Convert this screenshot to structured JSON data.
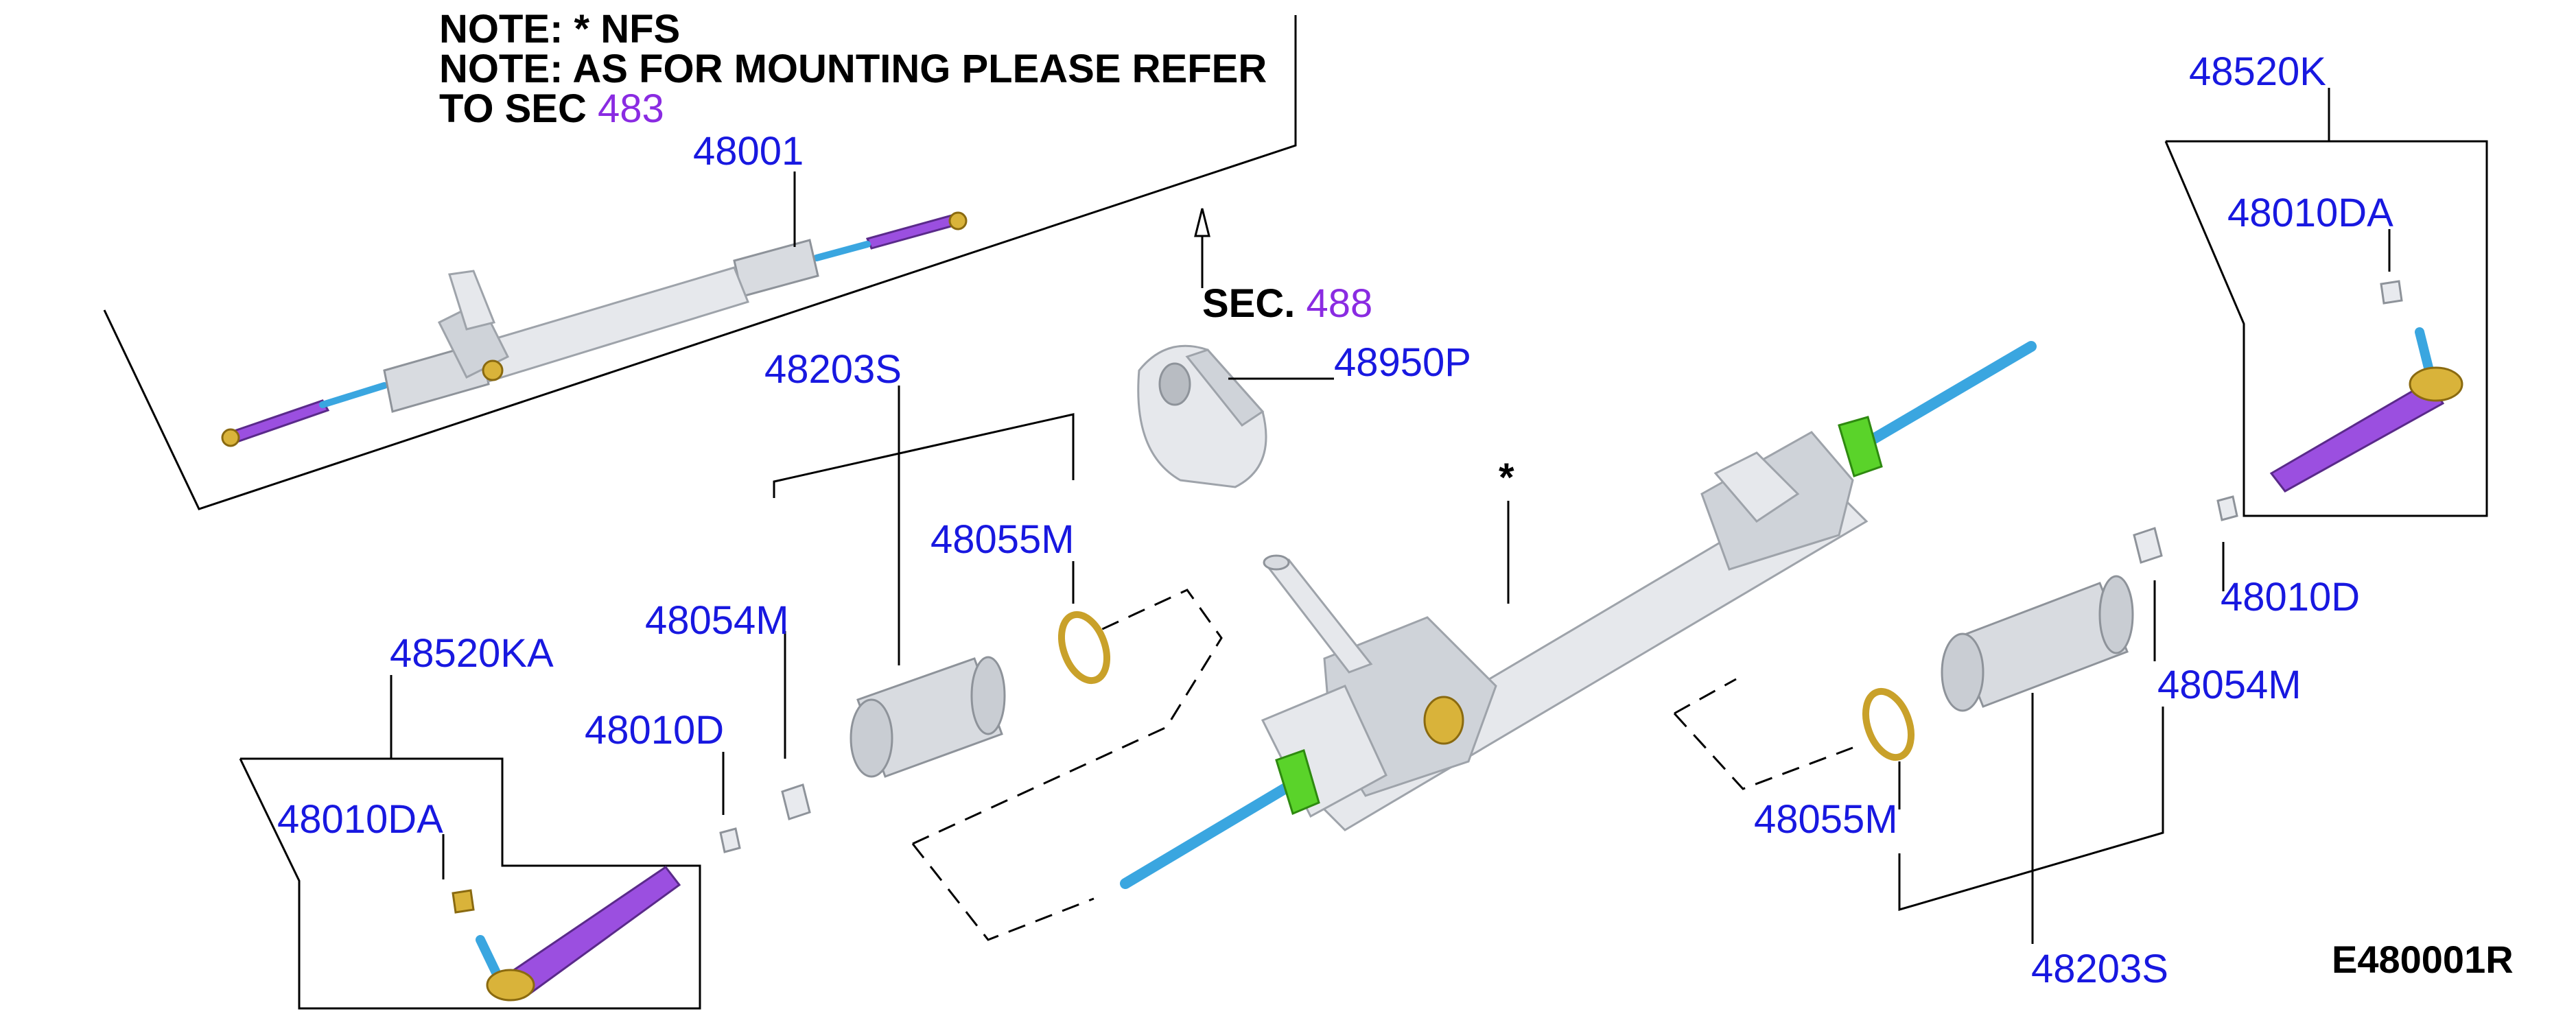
{
  "notes": {
    "line1": "NOTE: * NFS",
    "line2": "NOTE: AS FOR MOUNTING PLEASE REFER",
    "line3_prefix": "TO SEC ",
    "line3_ref": "483"
  },
  "sec_ref": {
    "prefix": "SEC. ",
    "number": "488"
  },
  "asterisk": "*",
  "diagram_code": "E480001R",
  "labels": {
    "p48001": "48001",
    "p48203S_top": "48203S",
    "p48950P": "48950P",
    "p48055M_left": "48055M",
    "p48054M_left": "48054M",
    "p48520KA": "48520KA",
    "p48010D_left": "48010D",
    "p48010DA_left": "48010DA",
    "p48520K": "48520K",
    "p48010DA_right": "48010DA",
    "p48010D_right": "48010D",
    "p48054M_right": "48054M",
    "p48055M_right": "48055M",
    "p48203S_bottom": "48203S"
  },
  "colors": {
    "label": "#1818e0",
    "section_ref": "#8a2be2",
    "tie_rod_end": "#9b4fe0",
    "inner_rod": "#3aa6e0",
    "bushing": "#5ad32a",
    "seal": "#d9b33a"
  }
}
